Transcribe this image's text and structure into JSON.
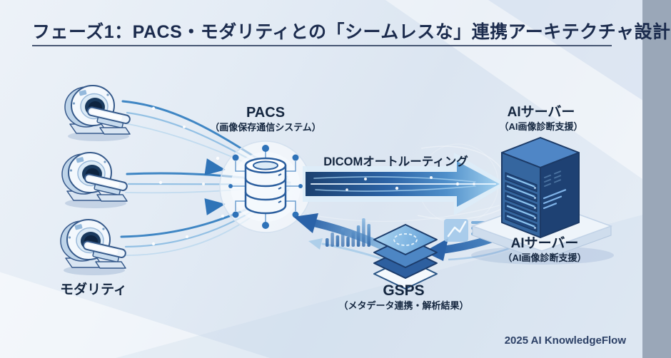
{
  "title": "フェーズ1：PACS・モダリティとの「シームレスな」連携アーキテクチャ設計",
  "nodes": {
    "modality": {
      "label": "モダリティ",
      "icon": "ct-scanner-icon",
      "count": 3
    },
    "pacs": {
      "label": "PACS",
      "sublabel": "（画像保存通信システム）",
      "icon": "database-icon"
    },
    "ai_server": {
      "label": "AIサーバー",
      "sublabel": "（AI画像診断支援）",
      "icon": "server-icon"
    },
    "ai_server_caption": {
      "label": "AIサーバー",
      "sublabel": "（AI画像診断支援）"
    },
    "gsps": {
      "label": "GSPS",
      "sublabel": "（メタデータ連携・解析結果）",
      "icon": "layer-stack-icon"
    }
  },
  "flows": {
    "dicom_autorouting": {
      "label": "DICOMオートルーティング"
    }
  },
  "decoration_icons": [
    "bar-chart-icon",
    "analytics-icon",
    "flow-stream-lines"
  ],
  "footer": {
    "credit": "2025 AI KnowledgeFlow"
  },
  "colors": {
    "title_text": "#1b2b4d",
    "label_text": "#14263f",
    "flow_blue": "#3f86c4",
    "arrow_dark": "#1c4170",
    "arrow_light": "#a6d4f1",
    "server_blue": "#35669f",
    "background_tint": "#e0e9f3"
  }
}
